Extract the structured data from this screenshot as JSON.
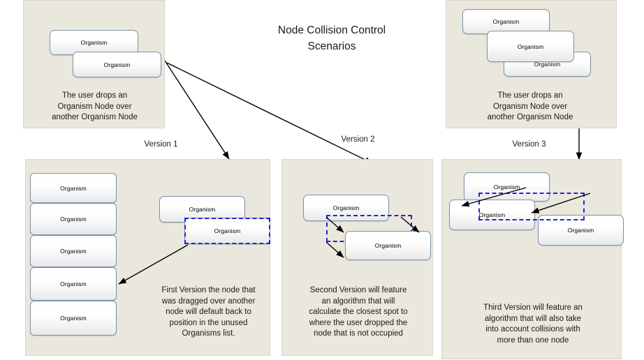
{
  "title": {
    "line1": "Node Collision Control",
    "line2": "Scenarios"
  },
  "colors": {
    "panel_bg": "#eae7dc",
    "page_bg": "#ffffff",
    "node_border": "#7d93a8",
    "drop_outline": "#2222dd",
    "arrow": "#000000",
    "text": "#1a1a1a"
  },
  "node_label": "Organism",
  "scenarios": {
    "top_left": {
      "caption": "The user drops an Organism Node over another Organism Node",
      "caption_lines": [
        "The user drops an",
        "Organism Node over",
        "another Organism Node"
      ],
      "nodes": [
        {
          "label": "Organism"
        },
        {
          "label": "Organism"
        }
      ]
    },
    "top_right": {
      "caption": "The user drops an Organism Node over another Organism Node",
      "caption_lines": [
        "The user drops an",
        "Organism Node over",
        "another Organism Node"
      ],
      "nodes": [
        {
          "label": "Organism"
        },
        {
          "label": "Organism"
        },
        {
          "label": "Organism"
        }
      ]
    }
  },
  "versions": [
    {
      "id": "version-1",
      "label": "Version 1",
      "caption": "First Version the node that was dragged over another node will default back to position in the unused Organisms list.",
      "caption_lines": [
        "First Version the node that",
        "was dragged over another",
        "node will default back to",
        "position in the unused",
        "Organisms list."
      ],
      "list_nodes": [
        {
          "label": "Organism"
        },
        {
          "label": "Organism"
        },
        {
          "label": "Organism"
        },
        {
          "label": "Organism"
        },
        {
          "label": "Organism"
        }
      ],
      "scene_nodes": [
        {
          "label": "Organism"
        },
        {
          "label": "Organism"
        }
      ],
      "drop_outlines": 1,
      "arrows": 1
    },
    {
      "id": "version-2",
      "label": "Version 2",
      "caption": "Second Version will feature an algorithm that will calculate the closest spot to where the user dropped the node that is not occupied",
      "caption_lines": [
        "Second Version will feature",
        "an algorithm that will",
        "calculate the closest spot to",
        "where the user dropped the",
        "node that is not occupied"
      ],
      "scene_nodes": [
        {
          "label": "Organism"
        },
        {
          "label": "Organism"
        }
      ],
      "drop_outlines": 1,
      "arrows": 2
    },
    {
      "id": "version-3",
      "label": "Version 3",
      "caption": "Third Version will feature an algorithm that will also take into account collisions with more than one node",
      "caption_lines": [
        "Third Version will feature an",
        "algorithm that will also take",
        "into account collisions with",
        "more than one node"
      ],
      "scene_nodes": [
        {
          "label": "Organism"
        },
        {
          "label": "Organism"
        },
        {
          "label": "Organism"
        }
      ],
      "drop_outlines": 1,
      "arrows": 2
    }
  ]
}
